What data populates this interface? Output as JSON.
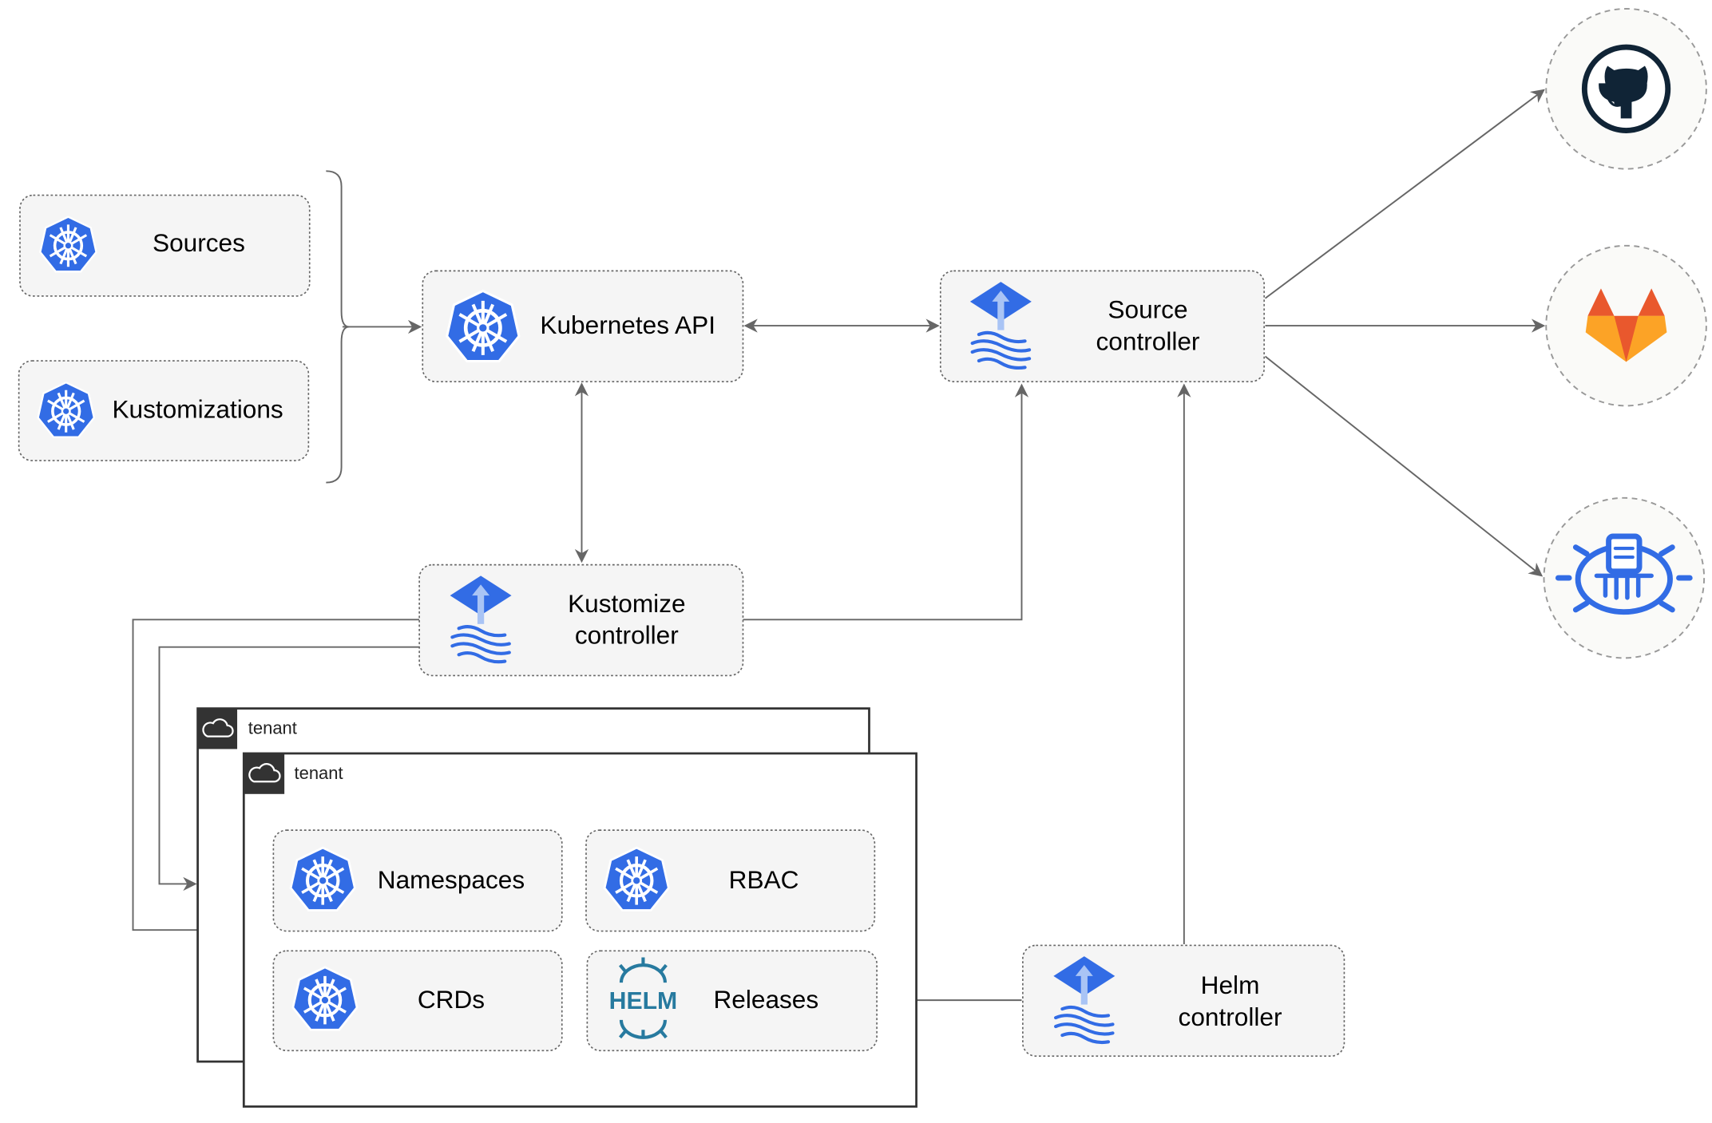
{
  "nodes": {
    "sources": {
      "label": "Sources",
      "icon": "kubernetes-icon"
    },
    "kustomizations": {
      "label": "Kustomizations",
      "icon": "kubernetes-icon"
    },
    "kubernetes_api": {
      "label": "Kubernetes API",
      "icon": "kubernetes-icon"
    },
    "source_controller": {
      "line1": "Source",
      "line2": "controller",
      "icon": "flux-icon"
    },
    "kustomize_controller": {
      "line1": "Kustomize",
      "line2": "controller",
      "icon": "flux-icon"
    },
    "helm_controller": {
      "line1": "Helm",
      "line2": "controller",
      "icon": "flux-icon"
    },
    "namespaces": {
      "label": "Namespaces",
      "icon": "kubernetes-icon"
    },
    "rbac": {
      "label": "RBAC",
      "icon": "kubernetes-icon"
    },
    "crds": {
      "label": "CRDs",
      "icon": "kubernetes-icon"
    },
    "releases": {
      "label": "Releases",
      "icon": "helm-icon",
      "logo_text": "HELM"
    }
  },
  "tenants": [
    {
      "label": "tenant",
      "icon": "cloud-icon"
    },
    {
      "label": "tenant",
      "icon": "cloud-icon"
    }
  ],
  "external_sources": [
    {
      "icon": "github-icon"
    },
    {
      "icon": "gitlab-icon"
    },
    {
      "icon": "bucket-icon"
    }
  ],
  "colors": {
    "k8s_blue": "#326ce5",
    "helm_teal": "#277a9f",
    "edge": "#666666",
    "box_fill": "#f5f5f5"
  }
}
